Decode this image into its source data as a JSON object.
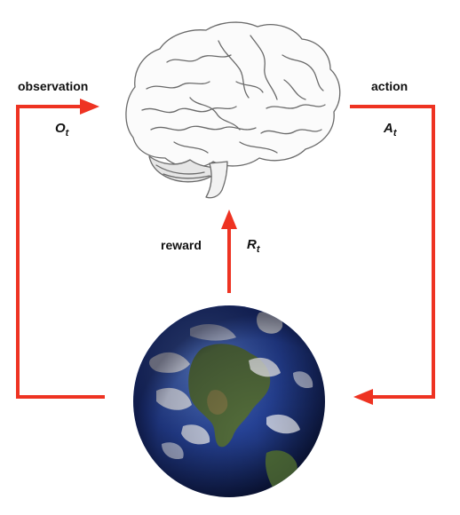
{
  "diagram": {
    "observation": {
      "label": "observation",
      "symbol": "O",
      "subscript": "t"
    },
    "action": {
      "label": "action",
      "symbol": "A",
      "subscript": "t"
    },
    "reward": {
      "label": "reward",
      "symbol": "R",
      "subscript": "t"
    },
    "agent_icon": "brain-icon",
    "environment_icon": "earth-globe-icon",
    "colors": {
      "arrow": "#ee3322",
      "ocean": "#1f3f8f",
      "land": "#4f6b3a",
      "cloud": "#ffffff",
      "brain_line": "#6a6a6a"
    }
  }
}
